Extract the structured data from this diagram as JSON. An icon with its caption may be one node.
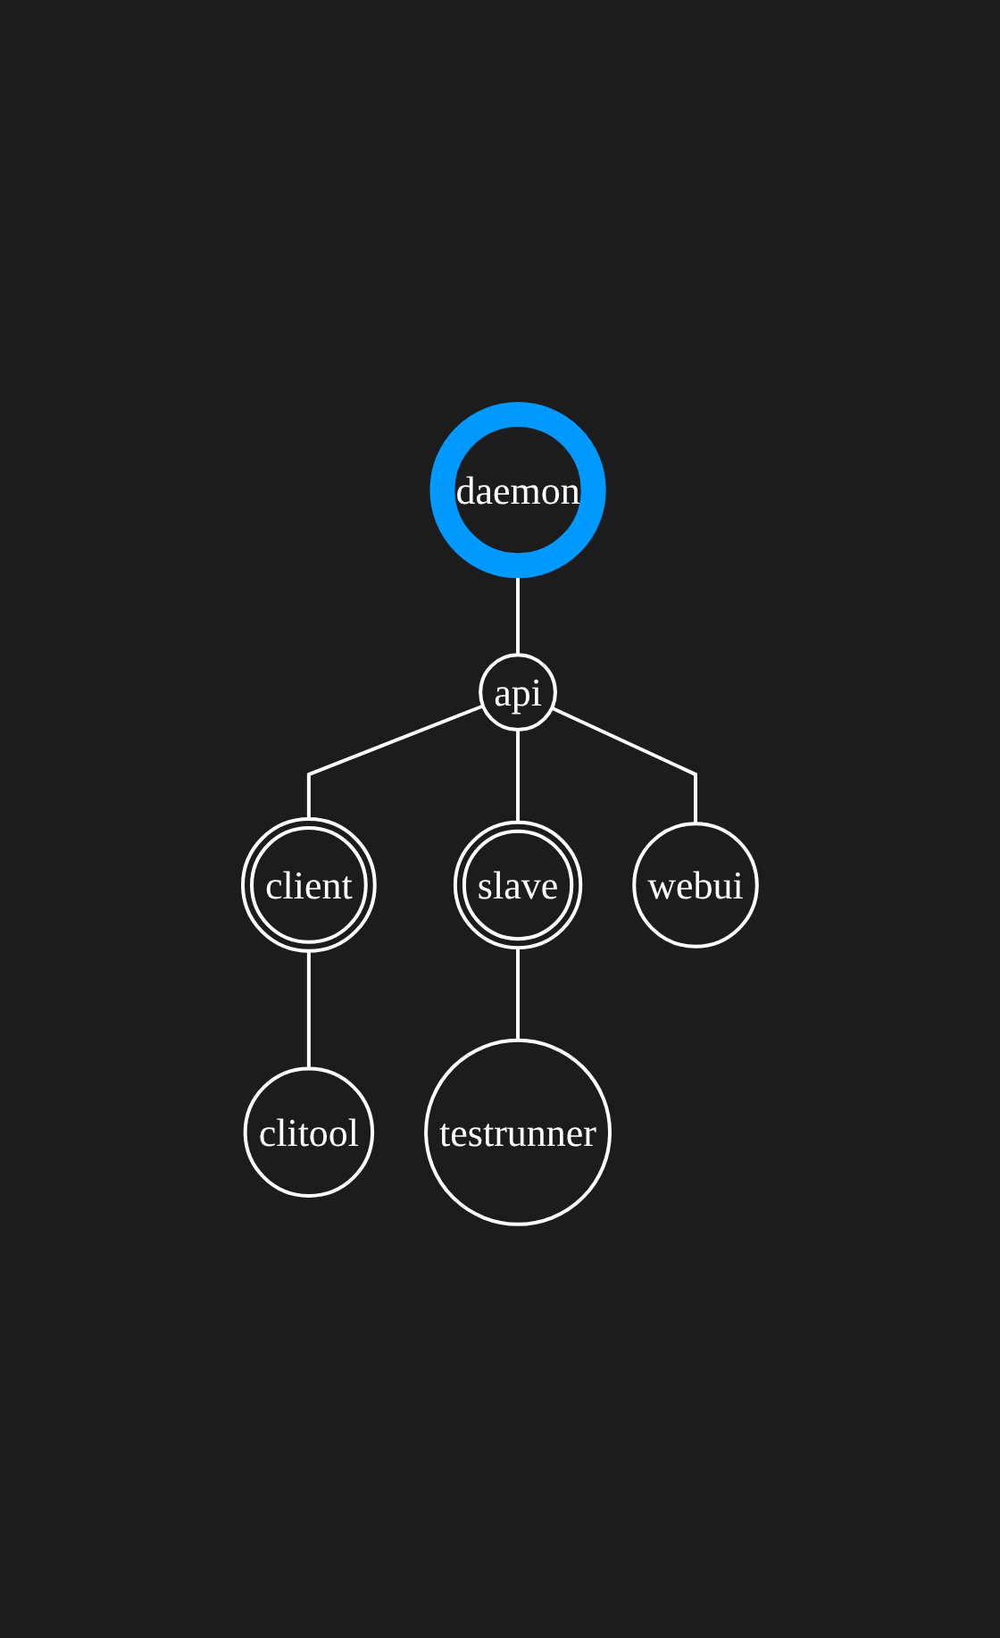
{
  "diagram": {
    "nodes": [
      {
        "text": [
          "daemon"
        ]
      },
      {
        "text": [
          "api"
        ]
      },
      {
        "text": [
          "client"
        ]
      },
      {
        "text": [
          "slave"
        ]
      },
      {
        "text": [
          "webui"
        ]
      },
      {
        "text": [
          "clitool"
        ]
      },
      {
        "text": [
          "testrunner"
        ]
      }
    ],
    "edges": [
      {
        "from": 0,
        "to": 1,
        "arrow": "none"
      },
      {
        "from": 1,
        "to": 2,
        "arrow": "none"
      },
      {
        "from": 1,
        "to": 3,
        "arrow": "none"
      },
      {
        "from": 1,
        "to": 4,
        "arrow": "none"
      },
      {
        "from": 2,
        "to": 5,
        "arrow": "none"
      },
      {
        "from": 3,
        "to": 6,
        "arrow": "none"
      }
    ]
  }
}
